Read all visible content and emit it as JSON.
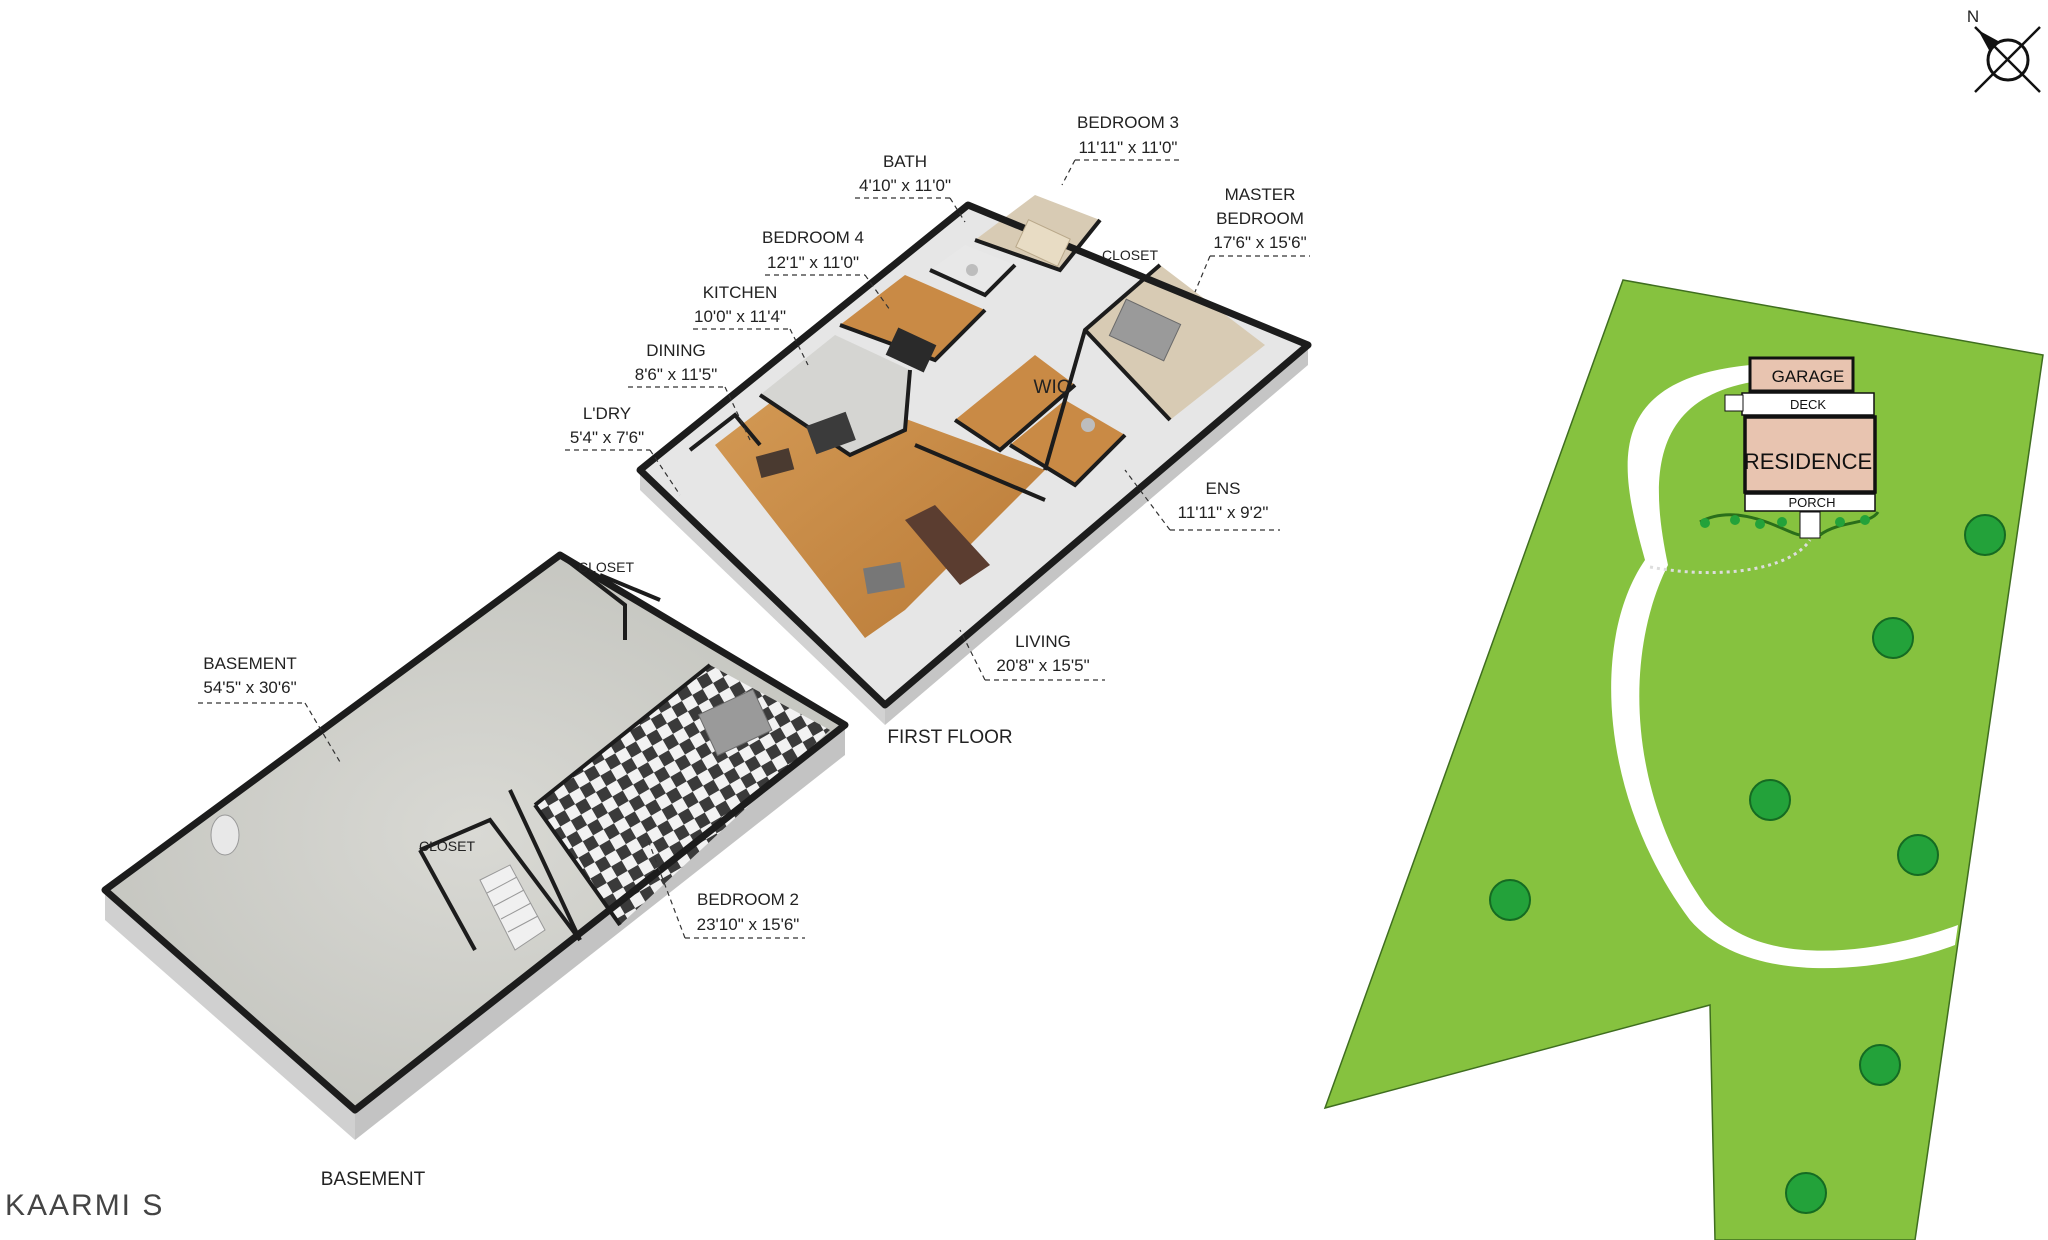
{
  "brand": "KAARMI S",
  "compass": {
    "label": "N"
  },
  "floors": {
    "first_floor": "FIRST FLOOR",
    "basement": "BASEMENT"
  },
  "rooms": {
    "bath": {
      "name": "BATH",
      "dims": "4'10\" x 11'0\""
    },
    "bedroom3": {
      "name": "BEDROOM 3",
      "dims": "11'11\" x 11'0\""
    },
    "master": {
      "name1": "MASTER",
      "name2": "BEDROOM",
      "dims": "17'6\" x 15'6\""
    },
    "bedroom4": {
      "name": "BEDROOM 4",
      "dims": "12'1\" x 11'0\""
    },
    "kitchen": {
      "name": "KITCHEN",
      "dims": "10'0\" x 11'4\""
    },
    "dining": {
      "name": "DINING",
      "dims": "8'6\" x 11'5\""
    },
    "laundry": {
      "name": "L'DRY",
      "dims": "5'4\" x 7'6\""
    },
    "closet_first": {
      "name": "CLOSET"
    },
    "wic": {
      "name": "WIC"
    },
    "ens": {
      "name": "ENS",
      "dims": "11'11\" x 9'2\""
    },
    "living": {
      "name": "LIVING",
      "dims": "20'8\" x 15'5\""
    },
    "basement": {
      "name": "BASEMENT",
      "dims": "54'5\" x 30'6\""
    },
    "closet_basement_1": {
      "name": "CLOSET"
    },
    "closet_basement_2": {
      "name": "CLOSET"
    },
    "bedroom2": {
      "name": "BEDROOM 2",
      "dims": "23'10\" x 15'6\""
    }
  },
  "site_plan": {
    "garage": "GARAGE",
    "deck": "DECK",
    "residence": "RESIDENCE",
    "porch": "PORCH"
  },
  "colors": {
    "lawn": "#86c23f",
    "lawn_edge": "#3f6e1f",
    "building": "#e8c4b0",
    "tree": "#23a23a",
    "floor_wood": "#c98a45",
    "floor_grey": "#cfd0cb",
    "carpet": "#d8cbb4"
  }
}
